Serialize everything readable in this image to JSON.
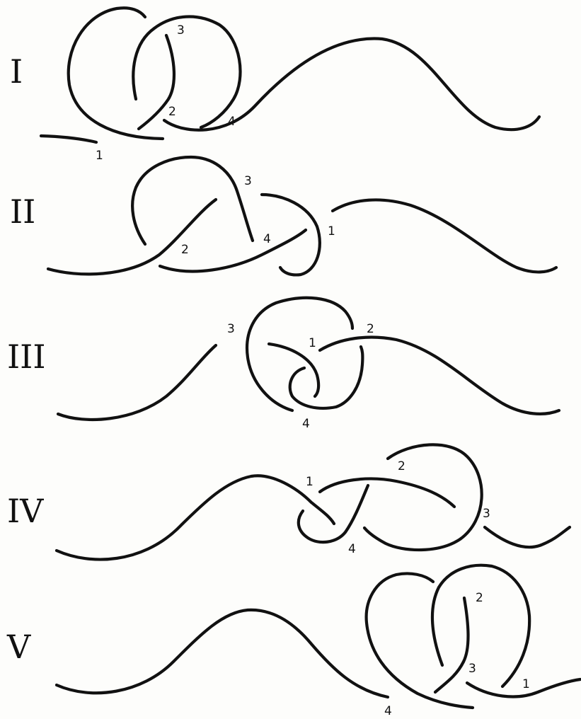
{
  "figure": {
    "panels": [
      {
        "numeral": "I",
        "labels": [
          "1",
          "2",
          "3",
          "4"
        ]
      },
      {
        "numeral": "II",
        "labels": [
          "1",
          "2",
          "3",
          "4"
        ]
      },
      {
        "numeral": "III",
        "labels": [
          "1",
          "2",
          "3",
          "4"
        ]
      },
      {
        "numeral": "IV",
        "labels": [
          "1",
          "2",
          "3",
          "4"
        ]
      },
      {
        "numeral": "V",
        "labels": [
          "1",
          "2",
          "3",
          "4"
        ]
      }
    ]
  },
  "colors": {
    "ink": "#111111",
    "paper": "#fdfdfb"
  }
}
